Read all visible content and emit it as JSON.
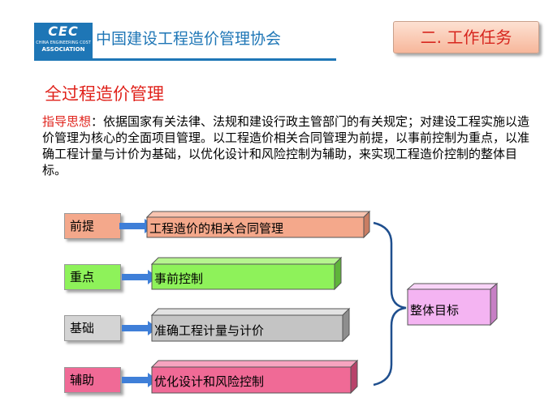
{
  "header": {
    "logo_mark": "СЕС",
    "logo_en_line1": "CHINA ENGINEERING COST",
    "logo_en_line2": "ASSOCIATION",
    "org_name": "中国建设工程造价管理协会",
    "section_tag": "二. 工作任务"
  },
  "title": "全过程造价管理",
  "guideline": {
    "label": "指导思想",
    "text": "：依据国家有关法律、法规和建设行政主管部门的有关规定；对建设工程实施以造价管理为核心的全面项目管理。以工程造价相关合同管理为前提，以事前控制为重点，以准确工程计量与计价为基础，以优化设计和风险控制为辅助，来实现工程造价控制的整体目标。"
  },
  "diagram": {
    "rows": [
      {
        "label": "前提",
        "content": "工程造价的相关合同管理",
        "color": "#f4a88b",
        "label_color": "#f4a88b"
      },
      {
        "label": "重点",
        "content": "事前控制",
        "color": "#8ef25a",
        "label_color": "#8ef25a"
      },
      {
        "label": "基础",
        "content": "准确工程计量与计价",
        "color": "#c4c4c4",
        "label_color": "#d4d4d4"
      },
      {
        "label": "辅助",
        "content": "优化设计和风险控制",
        "color": "#f06a96",
        "label_color": "#f06a96"
      }
    ],
    "goal": {
      "label": "整体目标",
      "color": "#f4b4f2"
    },
    "colors": {
      "arrow": "#3f7fd8",
      "bracket": "#1f4f8e"
    }
  }
}
